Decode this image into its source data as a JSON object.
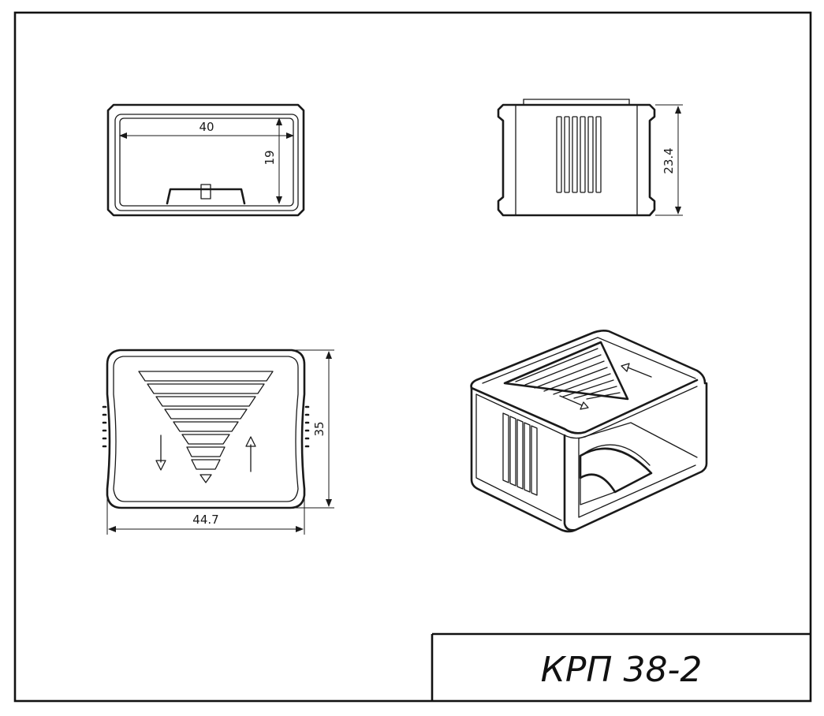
{
  "title_block": {
    "designation": "КРП 38-2"
  },
  "dimensions": {
    "top_width": "40",
    "top_height": "19",
    "side_height": "23.4",
    "front_height": "35",
    "front_width": "44.7"
  },
  "icons": [
    "arrow-down-icon",
    "arrow-up-icon",
    "stepped-triangle-icon"
  ]
}
